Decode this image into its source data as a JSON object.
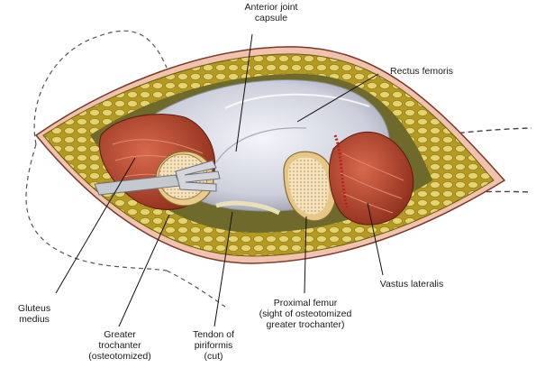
{
  "labels": {
    "anterior_joint_capsule": [
      "Anterior joint",
      "capsule"
    ],
    "rectus_femoris": [
      "Rectus femoris"
    ],
    "gluteus_medius": [
      "Gluteus",
      "medius"
    ],
    "greater_trochanter": [
      "Greater",
      "trochanter",
      "(osteotomized)"
    ],
    "tendon_piriformis": [
      "Tendon of",
      "piriformis",
      "(cut)"
    ],
    "proximal_femur": [
      "Proximal femur",
      "(sight of osteotomized",
      "greater trochanter)"
    ],
    "vastus_lateralis": [
      "Vastus lateralis"
    ]
  },
  "colors": {
    "fat_layer": "#c9b23a",
    "fat_lobule": "#e8d97a",
    "muscle": "#b8452e",
    "muscle_dark": "#7c2416",
    "capsule": "#dcdde6",
    "bone_cut": "#f2dfb4",
    "retractor": "#c8ccd2",
    "leader": "#111111"
  }
}
